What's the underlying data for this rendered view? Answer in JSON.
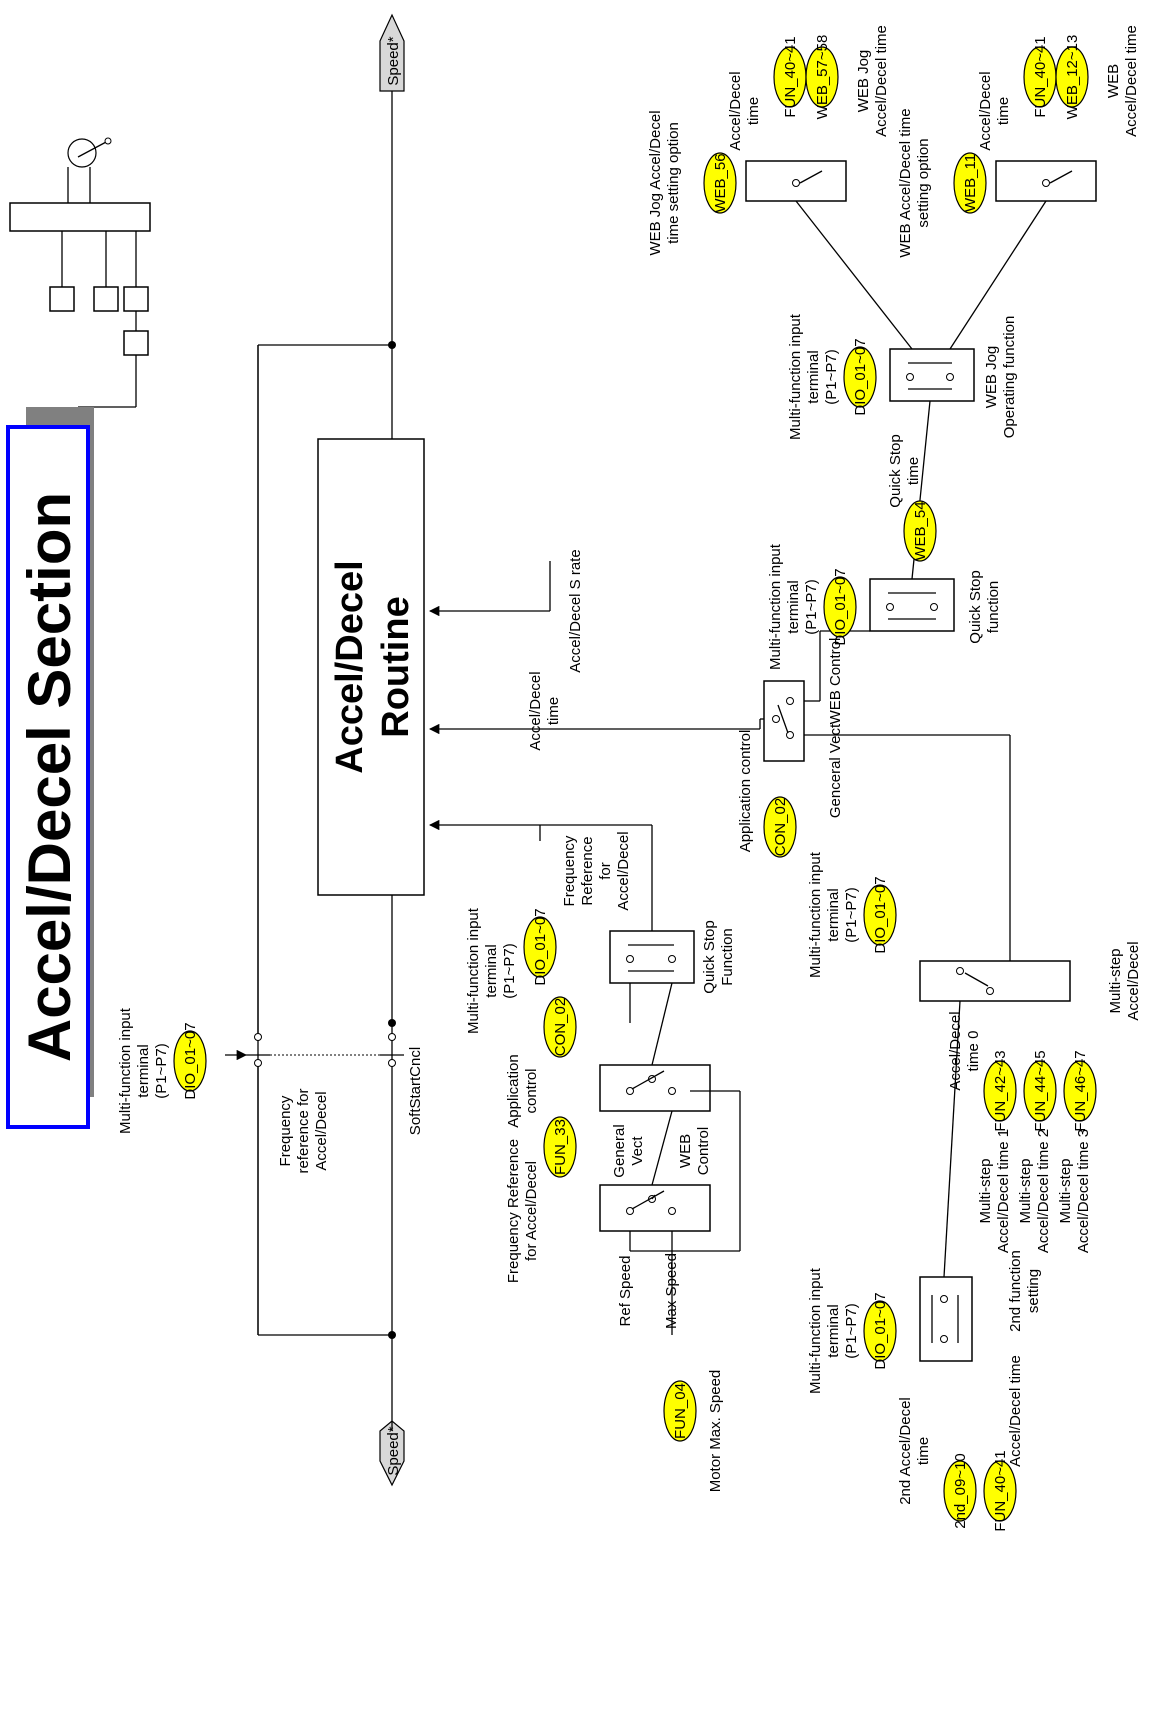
{
  "title": "Accel/Decel Section",
  "speed_in": "Speed*",
  "speed_out": "Speed*",
  "routine": {
    "line1": "Accel/Decel",
    "line2": "Routine"
  },
  "params": {
    "dio_main": "DIO_01~07",
    "fun33": "FUN_33",
    "con02_freq": "CON_02",
    "dio_freq": "DIO_01~07",
    "fun04": "FUN_04",
    "con02_time": "CON_02",
    "dio_quick": "DIO_01~07",
    "web54": "WEB_54",
    "dio_webjog": "DIO_01~07",
    "web56": "WEB_56",
    "fun4041_jog": "FUN_40~41",
    "web5758": "WEB_57~58",
    "web11": "WEB_11",
    "fun4041_web": "FUN_40~41",
    "web1213": "WEB_12~13",
    "dio_multi": "DIO_01~07",
    "fun4243": "FUN_42~43",
    "fun4445": "FUN_44~45",
    "fun4647": "FUN_46~47",
    "dio_2nd": "DIO_01~07",
    "nd0910": "2nd_09~10",
    "fun4041_2nd": "FUN_40~41"
  },
  "labels": {
    "mfi_main": [
      "Multi-function input",
      "terminal",
      "(P1~P7)"
    ],
    "freq_ref": [
      "Frequency",
      "reference for",
      "Accel/Decel"
    ],
    "softstart": "SoftStartCncl",
    "freq_ref_ad": [
      "Frequency Reference",
      "for Accel/Decel"
    ],
    "app_ctrl_freq": [
      "Application",
      "control"
    ],
    "ref_speed": "Ref Speed",
    "max_speed": "Max Speed",
    "motor_max": "Motor Max. Speed",
    "general_vect": [
      "General",
      "Vect"
    ],
    "web_control": [
      "WEB",
      "Control"
    ],
    "mfi_freq": [
      "Multi-function input",
      "terminal",
      "(P1~P7)"
    ],
    "freq_ref_ad2": [
      "Frequency",
      "Reference",
      "for",
      "Accel/Decel"
    ],
    "quick_stop_fn": [
      "Quick Stop",
      "Function"
    ],
    "app_ctrl_time": "Application control",
    "ad_time": [
      "Accel/Decel",
      "time"
    ],
    "s_rate": "Accel/Decel S rate",
    "web_ctrl": "WEB Control",
    "gen_vect": "Genceral Vect",
    "mfi_quick": [
      "Multi-function input",
      "terminal",
      "(P1~P7)"
    ],
    "qs_time": [
      "Quick Stop",
      "time"
    ],
    "qs_fn": [
      "Quick Stop",
      "function"
    ],
    "mfi_webjog": [
      "Multi-function input",
      "terminal",
      "(P1~P7)"
    ],
    "webjog_fn": [
      "WEB Jog",
      "Operating function"
    ],
    "webjog_opt": [
      "WEB  Jog Accel/Decel",
      "time setting option"
    ],
    "jog_ad_time": [
      "Accel/Decel",
      "time"
    ],
    "web_jog_ad": [
      "WEB Jog",
      "Accel/Decel time"
    ],
    "web_ad_opt": [
      "WEB Accel/Decel time",
      "setting option"
    ],
    "web_ad_time_l": [
      "Accel/Decel",
      "time"
    ],
    "web_ad": [
      "WEB",
      "Accel/Decel time"
    ],
    "mfi_multi": [
      "Multi-function input",
      "terminal",
      "(P1~P7)"
    ],
    "ad_time0": [
      "Accel/Decel",
      "time 0"
    ],
    "ms1": [
      "Multi-step",
      "Accel/Decel time 1"
    ],
    "ms2": [
      "Multi-step",
      "Accel/Decel time 2"
    ],
    "ms3": [
      "Multi-step",
      "Accel/Decel time 3"
    ],
    "ms_ad": [
      "Multi-step",
      "Accel/Decel"
    ],
    "mfi_2nd": [
      "Multi-function input",
      "terminal",
      "(P1~P7)"
    ],
    "nd_ad_time": [
      "2nd Accel/Decel",
      "time"
    ],
    "ad_time_2nd": "Accel/Decel time",
    "fn2_setting": [
      "2nd function",
      "setting"
    ]
  },
  "colors": {
    "param_oval": "#ffff00",
    "title_border": "#0000ff",
    "shadow": "#808080",
    "nav_active": "#ff0000"
  }
}
